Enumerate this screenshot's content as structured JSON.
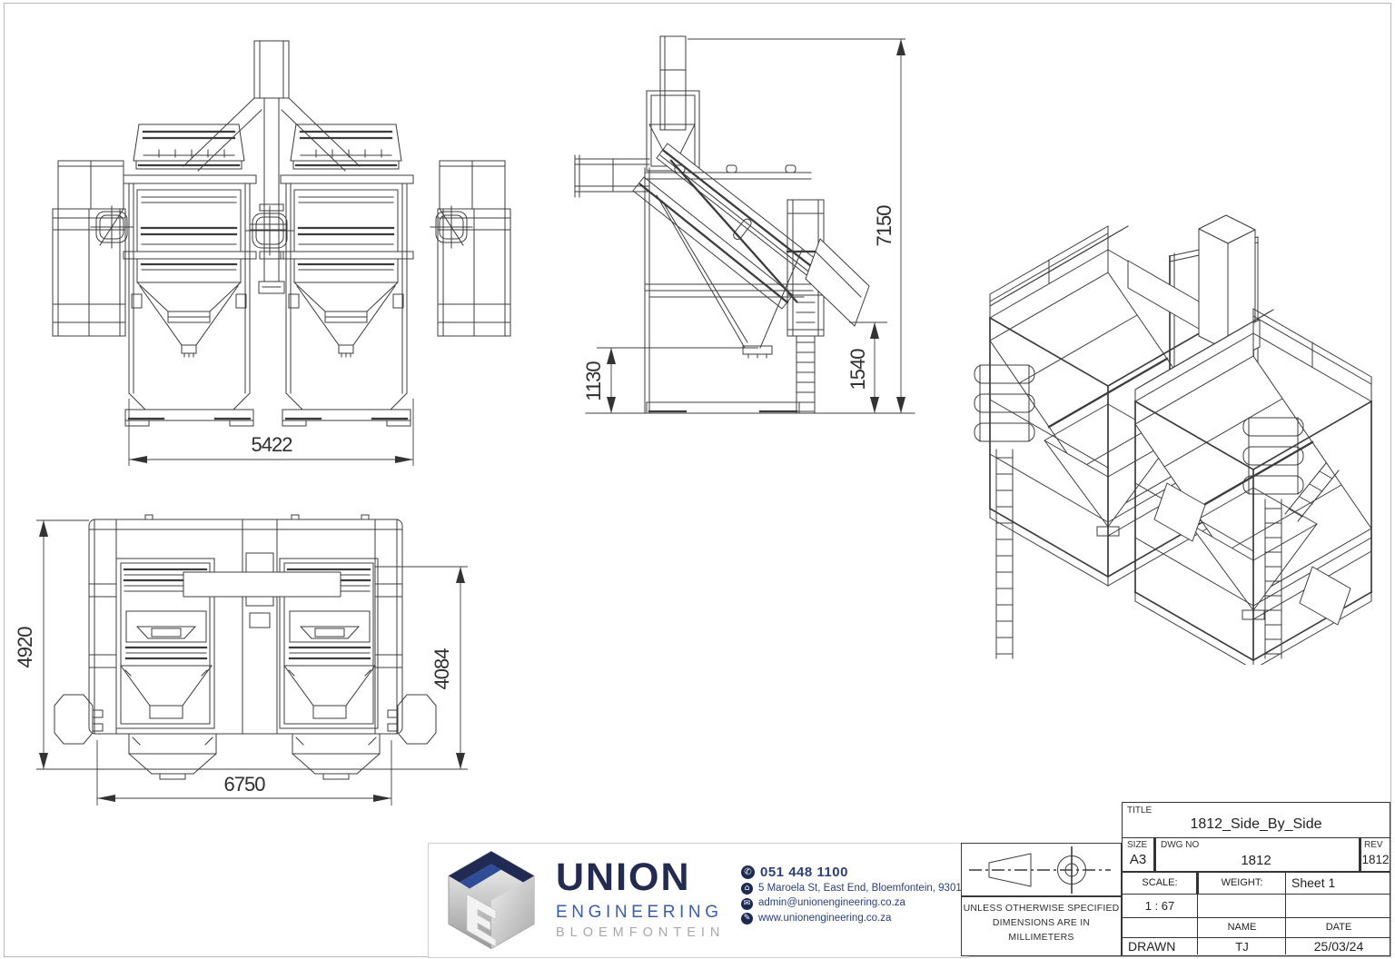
{
  "sheet": {
    "border_color": "#b9b9b9",
    "line_color": "#3c3c3c"
  },
  "views": {
    "front": {
      "dim_width": "5422"
    },
    "side": {
      "dim_total_height": "7150",
      "dim_discharge_height": "1540",
      "dim_outlet_height": "1130"
    },
    "plan": {
      "dim_depth": "4920",
      "dim_inner_depth": "4084",
      "dim_width": "6750"
    }
  },
  "company": {
    "name": "UNION",
    "division": "ENGINEERING",
    "city": "BLOEMFONTEIN",
    "phone": "051 448 1100",
    "address": "5 Maroela St, East End, Bloemfontein, 9301",
    "email": "admin@unionengineering.co.za",
    "website": "www.unionengineering.co.za",
    "brand_navy": "#232c50",
    "brand_blue": "#3c5ea9",
    "brand_gray": "#a8a8a8"
  },
  "icons": {
    "phone": "✆",
    "address": "⌂",
    "email": "✉",
    "website": "✎"
  },
  "notes": {
    "line1": "UNLESS OTHERWISE SPECIFIED",
    "line2": "DIMENSIONS ARE IN MILLIMETERS"
  },
  "title_block": {
    "title_label": "TITLE",
    "title": "1812_Side_By_Side",
    "size_label": "SIZE",
    "size": "A3",
    "dwg_label": "DWG NO",
    "dwg_no": "1812",
    "rev_label": "REV",
    "rev": "1812",
    "scale_label": "SCALE:",
    "scale": "1 : 67",
    "weight_label": "WEIGHT:",
    "weight": "",
    "sheet": "Sheet 1",
    "name_label": "NAME",
    "date_label": "DATE",
    "drawn_label": "DRAWN",
    "drawn_name": "TJ",
    "drawn_date": "25/03/24"
  }
}
